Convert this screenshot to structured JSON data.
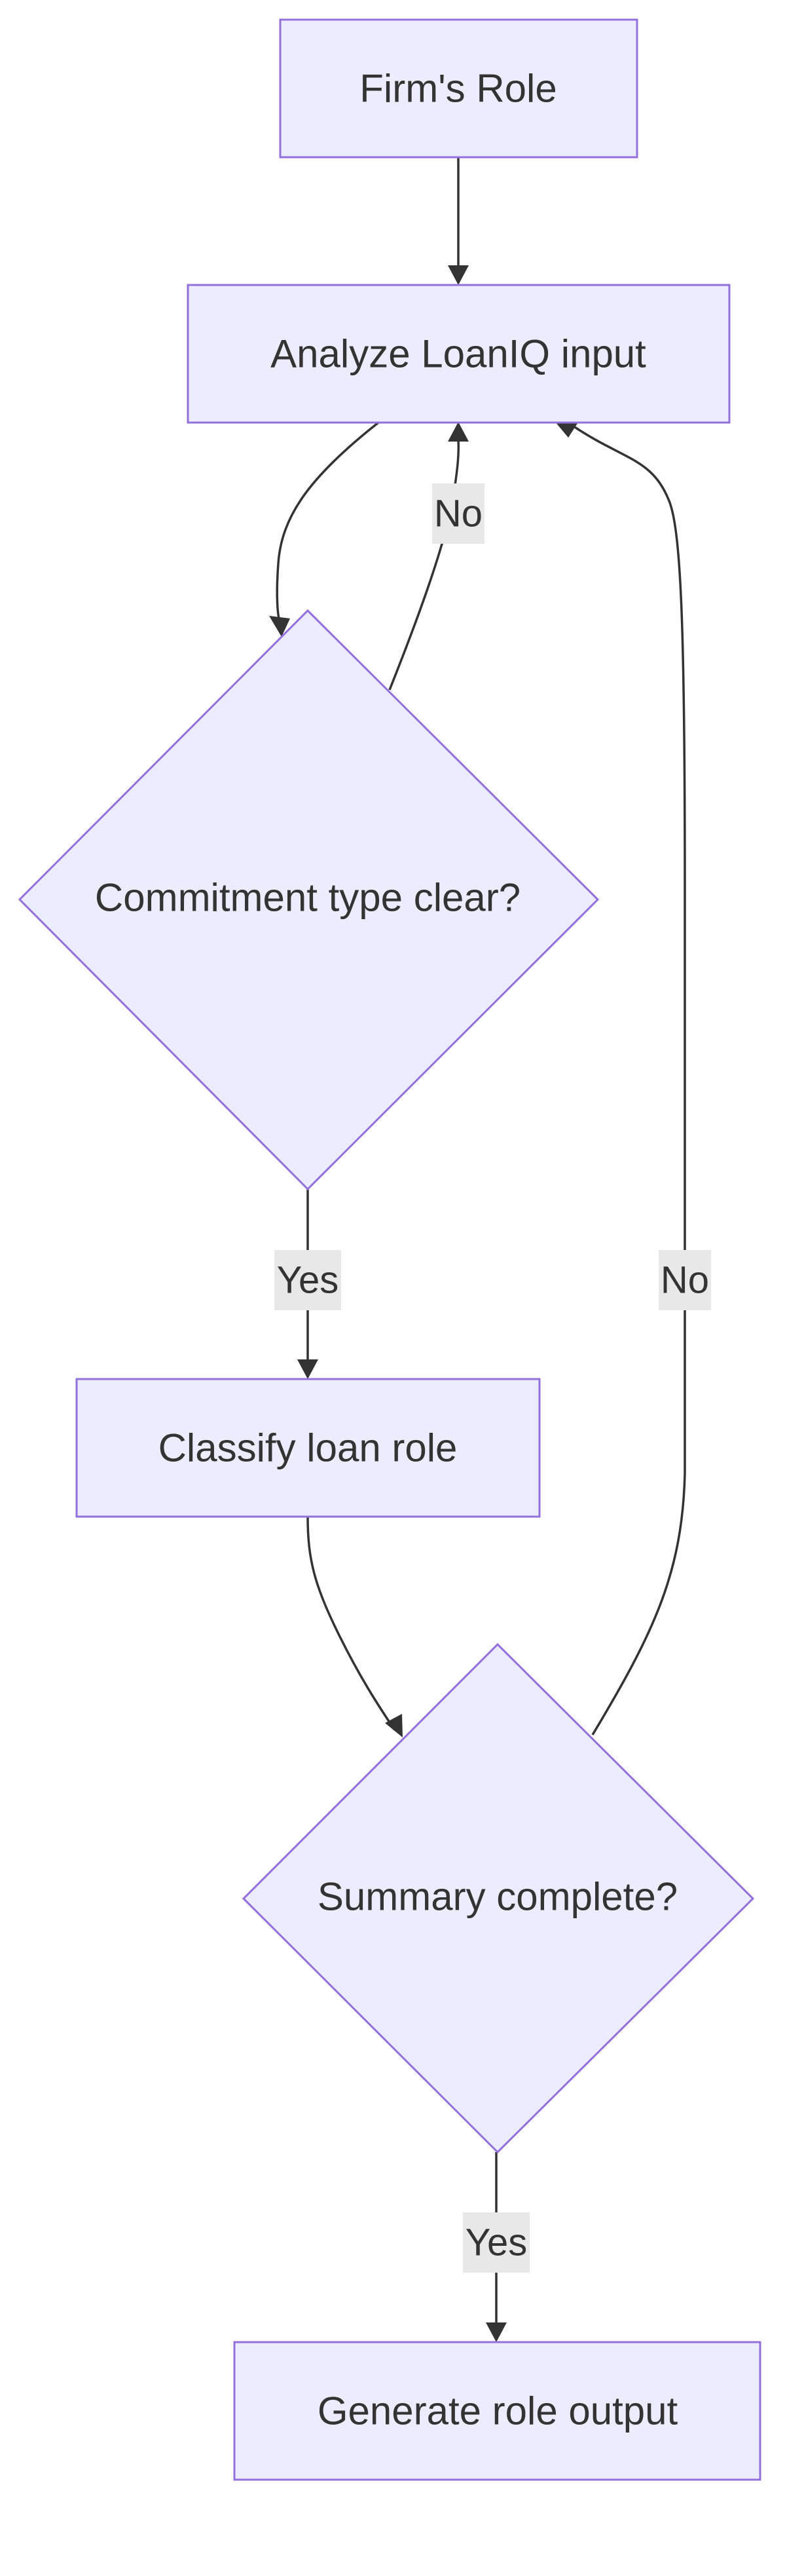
{
  "nodes": {
    "firms_role": "Firm's Role",
    "analyze_input": "Analyze LoanIQ input",
    "commitment_clear": "Commitment type clear?",
    "classify_role": "Classify loan role",
    "summary_complete": "Summary complete?",
    "generate_output": "Generate role output"
  },
  "edges": {
    "commitment_no": "No",
    "commitment_yes": "Yes",
    "summary_no": "No",
    "summary_yes": "Yes"
  },
  "colors": {
    "node_fill": "#ececff",
    "node_stroke": "#9370db",
    "edge": "#333333",
    "label_bg": "#e8e8e8"
  }
}
